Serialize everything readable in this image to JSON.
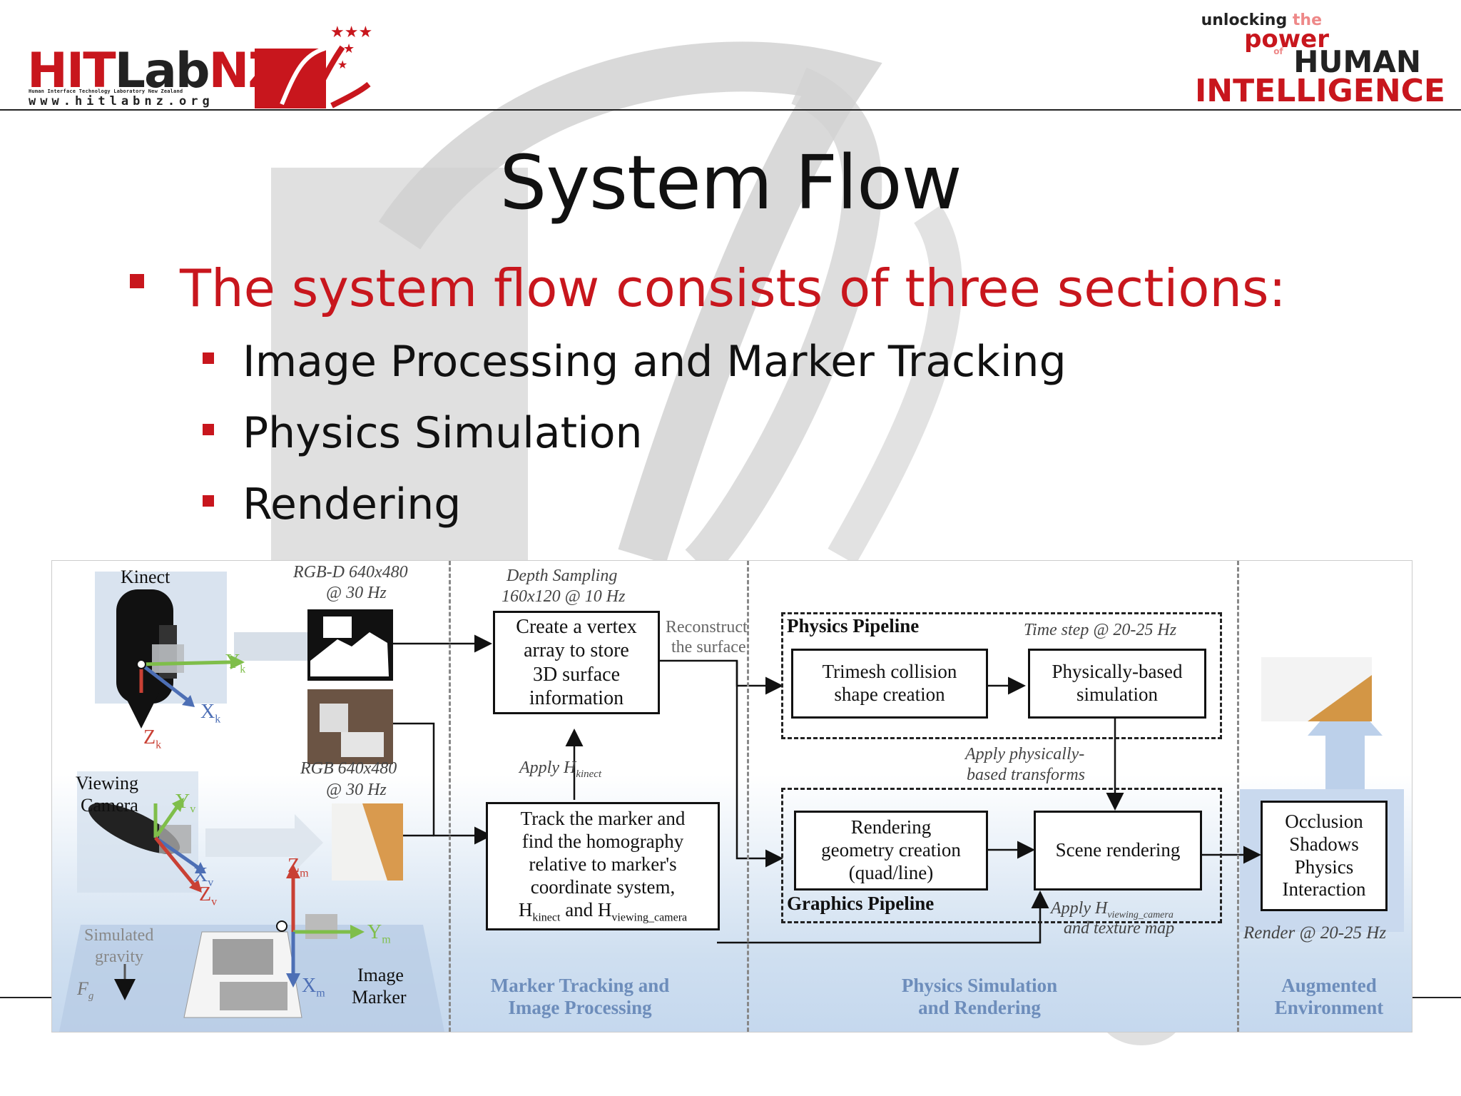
{
  "header": {
    "logo_text_red_1": "HIT",
    "logo_text_dark": "Lab",
    "logo_text_red_2": "NZ",
    "logo_tagline": "Human Interface Technology Laboratory New Zealand",
    "logo_url": "www.hitlabnz.org",
    "tagline": {
      "line1_a": "unlocking",
      "line1_b": "the",
      "line2": "power",
      "line3_a": "of",
      "line3_b": "HUMAN",
      "line4": "INTELLIGENCE"
    }
  },
  "slide": {
    "title": "System Flow",
    "bullet": "The system flow consists of three sections:",
    "sub_bullets": [
      "Image Processing and Marker Tracking",
      "Physics Simulation",
      "Rendering"
    ]
  },
  "figure": {
    "kinect": "Kinect",
    "axis_yk": "Y",
    "axis_yk_sub": "k",
    "axis_xk": "X",
    "axis_xk_sub": "k",
    "axis_zk": "Z",
    "axis_zk_sub": "k",
    "viewing_camera_1": "Viewing",
    "viewing_camera_2": "Camera",
    "axis_yv": "Y",
    "axis_yv_sub": "v",
    "axis_xv": "X",
    "axis_xv_sub": "v",
    "axis_zv": "Z",
    "axis_zv_sub": "v",
    "axis_zm": "Z",
    "axis_zm_sub": "m",
    "axis_ym": "Y",
    "axis_ym_sub": "m",
    "axis_xm": "X",
    "axis_xm_sub": "m",
    "gravity_1": "Simulated",
    "gravity_2": "gravity",
    "gravity_sym": "F",
    "gravity_sub": "g",
    "image_marker_1": "Image",
    "image_marker_2": "Marker",
    "rgbd_1": "RGB-D 640x480",
    "rgbd_2": "@ 30 Hz",
    "rgb_1": "RGB 640x480",
    "rgb_2": "@ 30 Hz",
    "depth_1": "Depth Sampling",
    "depth_2": "160x120 @ 10 Hz",
    "box_vertex": [
      "Create a vertex",
      "array to store",
      "3D surface",
      "information"
    ],
    "reconstruct_1": "Reconstruct",
    "reconstruct_2": "the surface",
    "apply_h_kinect": "Apply H",
    "apply_h_kinect_sub": "kinect",
    "box_track": [
      "Track the marker and",
      "find the homography",
      "relative to marker's",
      "coordinate system,"
    ],
    "box_track_last_a": "H",
    "box_track_last_a_sub": "kinect",
    "box_track_last_and": " and H",
    "box_track_last_b_sub": "viewing_camera",
    "physics_pipeline": "Physics Pipeline",
    "time_step": "Time step @ 20-25 Hz",
    "box_trimesh": [
      "Trimesh collision",
      "shape creation"
    ],
    "box_physsim": [
      "Physically-based",
      "simulation"
    ],
    "apply_phys_1": "Apply physically-",
    "apply_phys_2": "based transforms",
    "box_render_geo": [
      "Rendering",
      "geometry creation",
      "(quad/line)"
    ],
    "box_scene": "Scene rendering",
    "graphics_pipeline": "Graphics Pipeline",
    "apply_hv": "Apply H",
    "apply_hv_sub": "viewing_camera",
    "apply_hv_2": "and texture map",
    "box_occlusion": [
      "Occlusion",
      "Shadows",
      "Physics",
      "Interaction"
    ],
    "render_rate": "Render @ 20-25 Hz",
    "section_1": [
      "Marker Tracking and",
      "Image Processing"
    ],
    "section_2": [
      "Physics Simulation",
      "and Rendering"
    ],
    "section_3": [
      "Augmented",
      "Environment"
    ]
  }
}
